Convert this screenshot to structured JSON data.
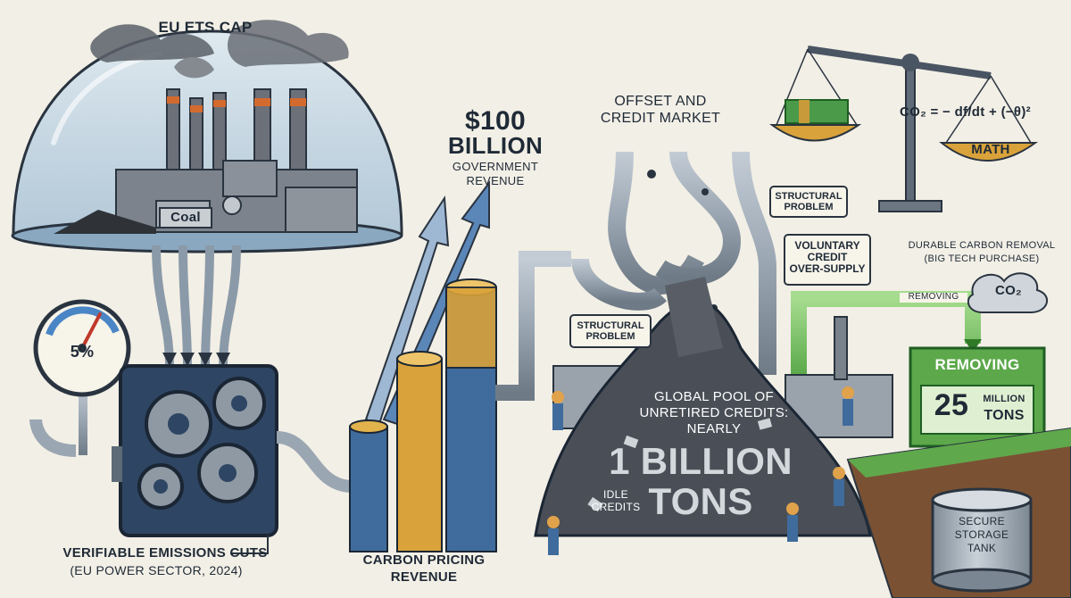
{
  "dome": {
    "title": "EU ETS CAP",
    "factory_sign": "Coal"
  },
  "gauge": {
    "value": "5%"
  },
  "emissions": {
    "line1": "VERIFIABLE EMISSIONS CUTS",
    "line2": "(EU POWER SECTOR, 2024)"
  },
  "revenue": {
    "amount": "$100",
    "amount_unit": "BILLION",
    "sub1": "GOVERNMENT",
    "sub2": "REVENUE",
    "bottom1": "CARBON PRICING",
    "bottom2": "REVENUE"
  },
  "market": {
    "title1": "OFFSET AND",
    "title2": "CREDIT MARKET"
  },
  "structural_top": {
    "line1": "STRUCTURAL",
    "line2": "PROBLEM"
  },
  "structural_bottom": {
    "line1": "STRUCTURAL",
    "line2": "PROBLEM"
  },
  "voluntary": {
    "line1": "VOLUNTARY",
    "line2": "CREDIT",
    "line3": "OVER-SUPPLY"
  },
  "removal": {
    "title1": "DURABLE CARBON REMOVAL",
    "title2": "(BIG TECH PURCHASE)",
    "pipe_label": "REMOVING",
    "co2": "CO₂",
    "board_title": "REMOVING",
    "amount": "25",
    "amount_unit1": "MILLION",
    "amount_unit2": "TONS",
    "tank1": "SECURE",
    "tank2": "STORAGE",
    "tank3": "TANK"
  },
  "scale": {
    "formula": "CO₂ = − df/dt + (−θ)²",
    "pan_label": "MATH"
  },
  "pool": {
    "line1": "GLOBAL POOL OF",
    "line2": "UNRETIRED CREDITS:",
    "line3": "NEARLY",
    "big1": "1 BILLION",
    "big2": "TONS",
    "idle1": "IDLE",
    "idle2": "CREDITS"
  },
  "colors": {
    "background": "#f2efe6",
    "ink": "#1f2a36",
    "pipe": "#9aa6b2",
    "coin_gold": "#d9a23a",
    "coin_blue": "#3f6c9c",
    "removal_green": "#6dba5c",
    "pool_gray": "#4a4f57",
    "dome_blue": "#a9c4d8",
    "arrow_blue": "#5b86b8"
  }
}
